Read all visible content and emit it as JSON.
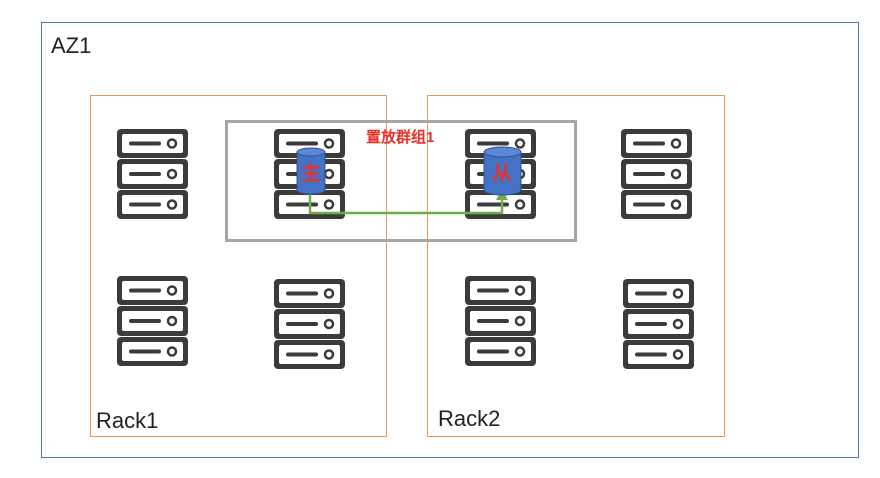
{
  "zone": {
    "label": "AZ1"
  },
  "racks": [
    {
      "label": "Rack1"
    },
    {
      "label": "Rack2"
    }
  ],
  "placement_group": {
    "label": "置放群组1"
  },
  "databases": {
    "primary_label": "主",
    "replica_label": "从"
  },
  "colors": {
    "zone_border": "#4e79a8",
    "rack_border": "#e59a5a",
    "group_border": "#a6a6a6",
    "server_body": "#3b3b3b",
    "db_fill": "#4472c4",
    "db_text": "#e8312a",
    "link": "#70ad47"
  },
  "icons": {
    "server": "server-icon",
    "database": "database-icon"
  }
}
